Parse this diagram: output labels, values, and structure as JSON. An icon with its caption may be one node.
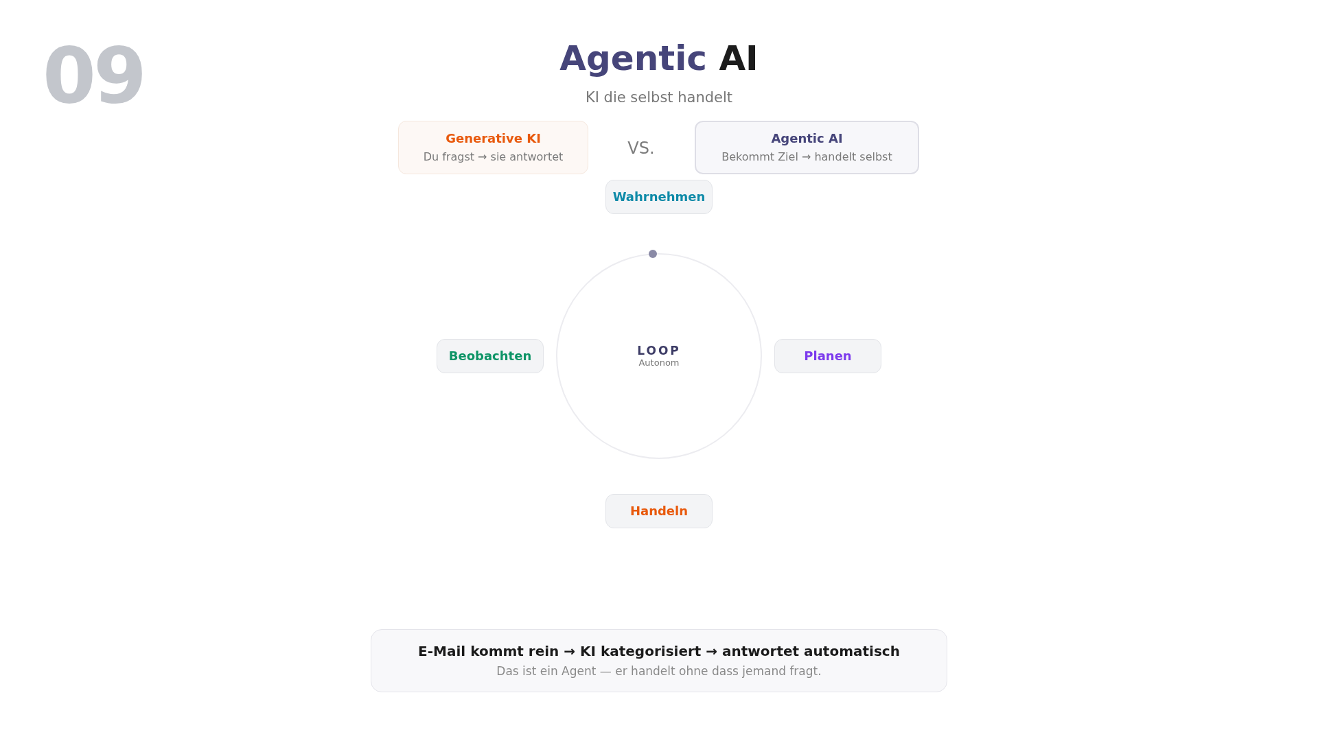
{
  "diagram": {
    "title": "Agentic AI",
    "nodes": [
      {
        "text": [
          "Generative KI",
          "Du fragst → sie antwortet"
        ]
      },
      {
        "text": [
          "Agentic AI",
          "Bekommt Ziel → handelt selbst"
        ]
      },
      {
        "text": [
          "Wahrnehmen"
        ]
      },
      {
        "text": [
          "Beobachten"
        ]
      },
      {
        "text": [
          "LOOP",
          "Autonom"
        ]
      },
      {
        "text": [
          "Planen"
        ]
      },
      {
        "text": [
          "Handeln"
        ]
      },
      {
        "text": [
          "E-Mail kommt rein → KI kategorisiert → antwortet automatisch",
          "Das ist ein Agent — er handelt ohne dass jemand fragt."
        ]
      }
    ],
    "labels": [
      "09",
      "KI die selbst handelt",
      "VS."
    ]
  }
}
